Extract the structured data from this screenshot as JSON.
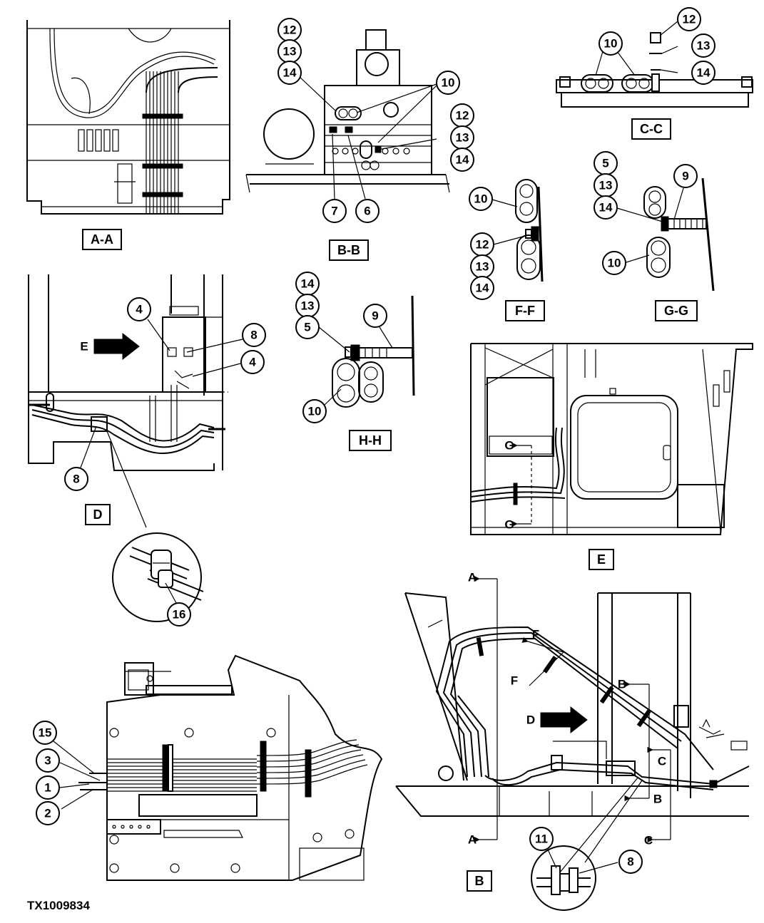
{
  "figure_id": "TX1009834",
  "views": {
    "aa": "A-A",
    "bb": "B-B",
    "cc": "C-C",
    "ff": "F-F",
    "gg": "G-G",
    "hh": "H-H",
    "d": "D",
    "e": "E",
    "b": "B"
  },
  "section_letters": {
    "a": "A",
    "b": "B",
    "c": "C",
    "d": "D",
    "e": "E",
    "f": "F",
    "g": "G"
  },
  "callouts": {
    "c1": "1",
    "c2": "2",
    "c3": "3",
    "c4": "4",
    "c5": "5",
    "c6": "6",
    "c7": "7",
    "c8": "8",
    "c9": "9",
    "c10": "10",
    "c11": "11",
    "c12": "12",
    "c13": "13",
    "c14": "14",
    "c15": "15",
    "c16": "16"
  }
}
